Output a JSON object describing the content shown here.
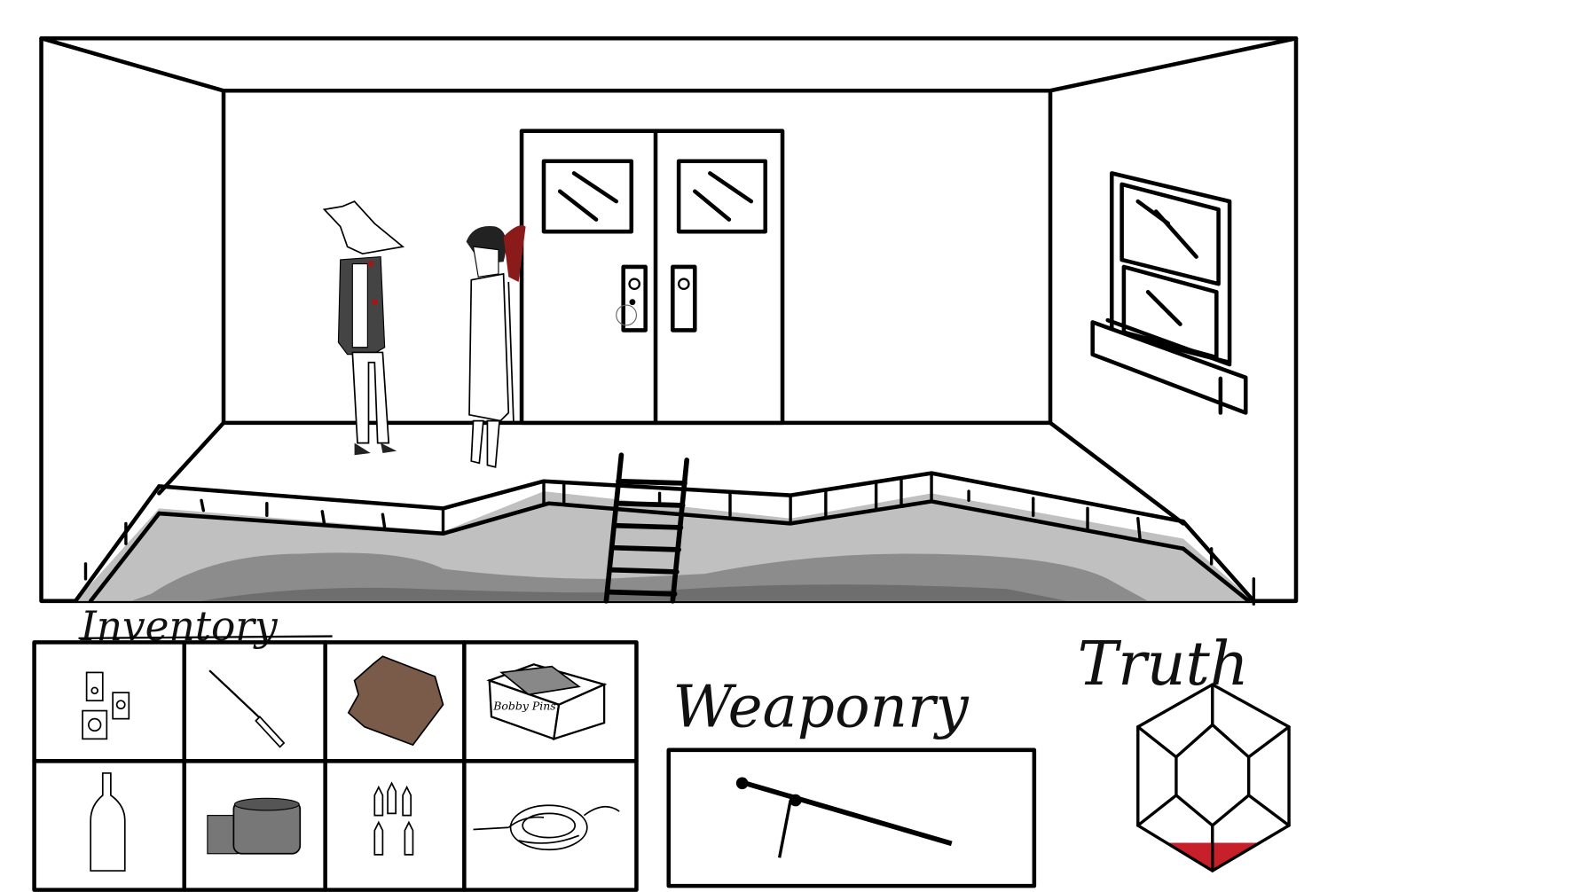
{
  "scene": {
    "name": "room",
    "objects": [
      "double-door",
      "window",
      "ladder",
      "flooded-pit"
    ],
    "characters": [
      "fox-in-suit",
      "dark-haired-woman"
    ]
  },
  "inventory": {
    "title": "Inventory",
    "items": [
      {
        "icon": "electronic-components"
      },
      {
        "icon": "screwdriver"
      },
      {
        "icon": "torn-paper"
      },
      {
        "icon": "bobby-pins-box",
        "label": "Bobby Pins"
      },
      {
        "icon": "bottle"
      },
      {
        "icon": "duct-tape"
      },
      {
        "icon": "bullets"
      },
      {
        "icon": "rope"
      }
    ]
  },
  "weaponry": {
    "title": "Weaponry",
    "equipped": {
      "icon": "cane-sword"
    }
  },
  "truth": {
    "title": "Truth",
    "level": 0.15,
    "fill_color": "#c8202a"
  },
  "colors": {
    "water_light": "#c0c0c0",
    "water_mid": "#8c8c8c",
    "water_dark": "#6e6e6e",
    "blood": "#8b1a1a"
  }
}
